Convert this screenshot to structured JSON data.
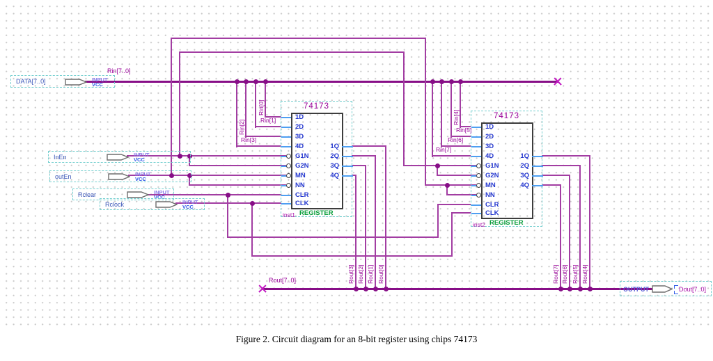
{
  "caption": "Figure 2. Circuit diagram for an 8-bit register using chips 74173",
  "colors": {
    "wire": "#A23DA2",
    "bus": "#870E87",
    "pin_text": "#2437CF",
    "chip_title": "#990099",
    "register_label": "#0A9E3C",
    "wire_label": "#990099",
    "symbol_border": "#74CFCF",
    "port_name": "#3A55B8",
    "input_keyword": "#8878E8",
    "vcc_keyword": "#2F5BE8"
  },
  "ports": {
    "data": {
      "name": "DATA[7..0]",
      "kind": "INPUT",
      "level": "VCC"
    },
    "inen": {
      "name": "InEn",
      "kind": "INPUT",
      "level": "VCC"
    },
    "outen": {
      "name": "outEn",
      "kind": "INPUT",
      "level": "VCC"
    },
    "rclear": {
      "name": "Rclear",
      "kind": "INPUT",
      "level": "VCC"
    },
    "rclock": {
      "name": "Rclock",
      "kind": "INPUT",
      "level": "VCC"
    },
    "dout": {
      "name": "Dout[7..0]",
      "kind": "OUTPUT"
    }
  },
  "chips": [
    {
      "part": "74173",
      "instance": "inst1",
      "type": "REGISTER",
      "left_pins": [
        "1D",
        "2D",
        "3D",
        "4D",
        "G1N",
        "G2N",
        "MN",
        "NN",
        "CLR",
        "CLK"
      ],
      "inverted_pins": [
        "G1N",
        "G2N",
        "MN",
        "NN"
      ],
      "right_pins": [
        "1Q",
        "2Q",
        "3Q",
        "4Q"
      ]
    },
    {
      "part": "74173",
      "instance": "inst2",
      "type": "REGISTER",
      "left_pins": [
        "1D",
        "2D",
        "3D",
        "4D",
        "G1N",
        "G2N",
        "MN",
        "NN",
        "CLR",
        "CLK"
      ],
      "inverted_pins": [
        "G1N",
        "G2N",
        "MN",
        "NN"
      ],
      "right_pins": [
        "1Q",
        "2Q",
        "3Q",
        "4Q"
      ]
    }
  ],
  "wire_labels": {
    "rin_bus": "Rin[7..0]",
    "rout_bus": "Rout[7..0]",
    "rin": [
      "Rin[0]",
      "Rin[1]",
      "Rin[2]",
      "Rin[3]",
      "Rin[4]",
      "Rin[5]",
      "Rin[6]",
      "Rin[7]"
    ],
    "rout": [
      "Rout[0]",
      "Rout[1]",
      "Rout[2]",
      "Rout[3]",
      "Rout[4]",
      "Rout[5]",
      "Rout[6]",
      "Rout[7]"
    ]
  }
}
